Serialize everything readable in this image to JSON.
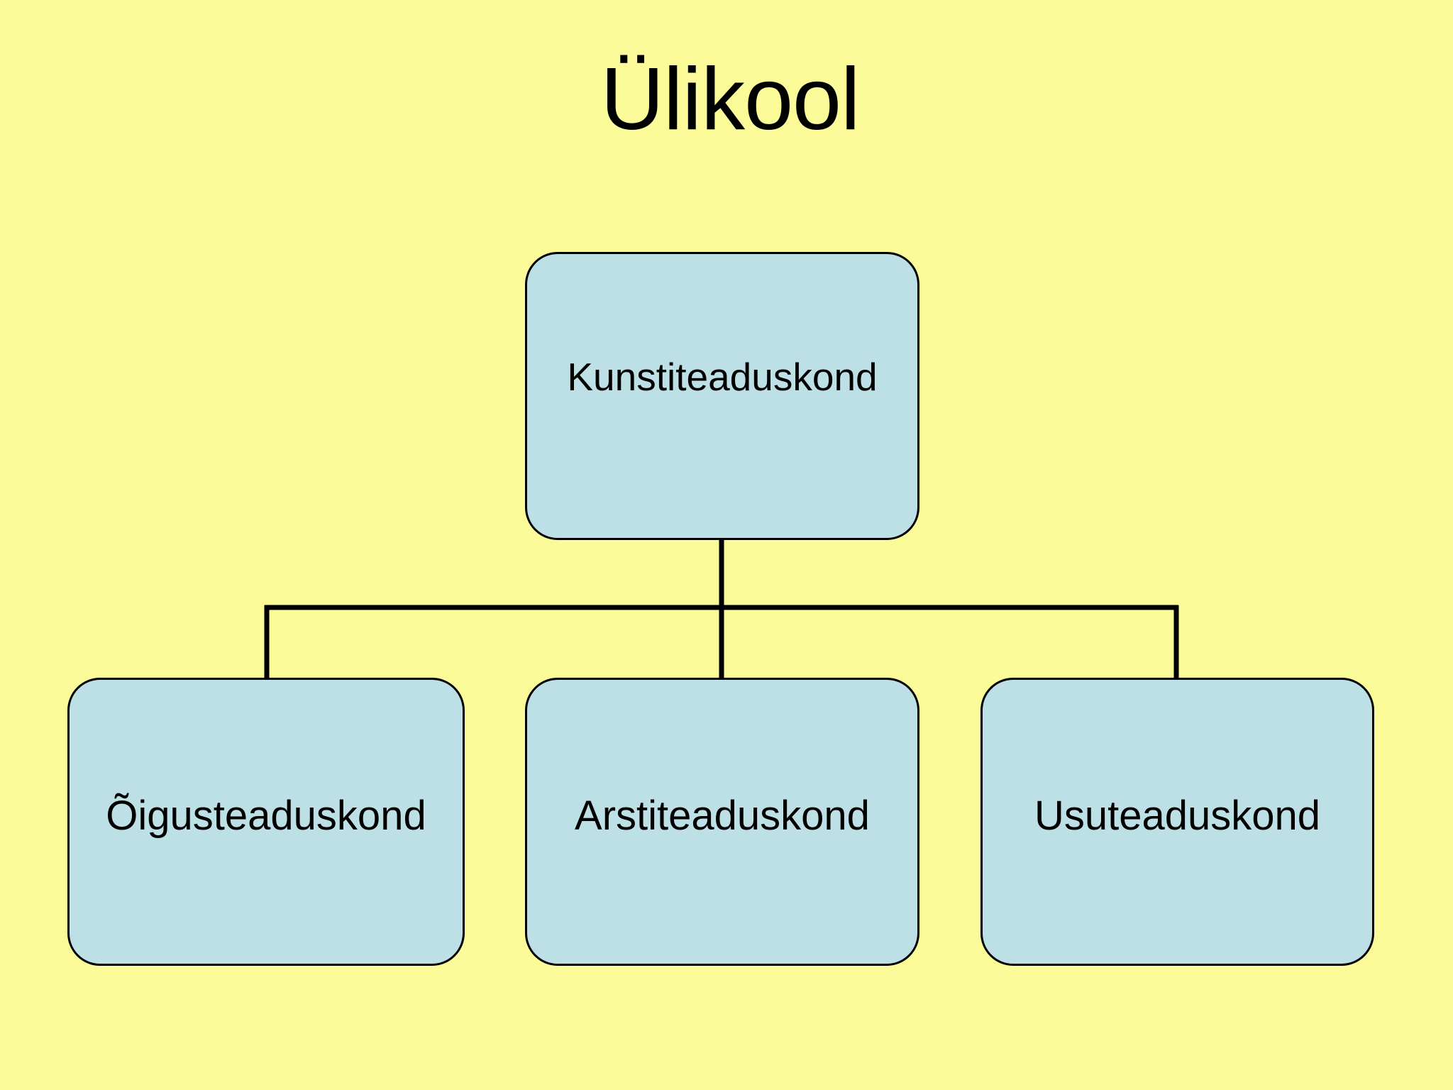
{
  "slide": {
    "title": "Ülikool",
    "background_color": "#fbfb9a",
    "node_fill_color": "#bde0e6",
    "node_border_color": "#000000",
    "text_color": "#000000"
  },
  "diagram": {
    "type": "org-chart",
    "root": {
      "label": "Kunstiteaduskond"
    },
    "children": [
      {
        "label": "Õigusteaduskond"
      },
      {
        "label": "Arstiteaduskond"
      },
      {
        "label": "Usuteaduskond"
      }
    ]
  }
}
